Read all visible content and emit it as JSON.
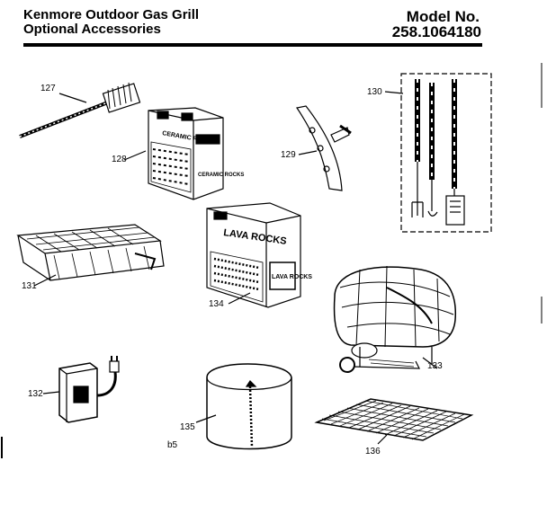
{
  "header": {
    "title_line1": "Kenmore Outdoor Gas Grill",
    "title_line2": "Optional Accessories",
    "model_label": "Model No.",
    "model_number": "258.1064180"
  },
  "box_labels": {
    "ceramic_top": "CERAMIC ROCKS",
    "ceramic_side": "CERAMIC ROCKS",
    "lava_top": "LAVA ROCKS",
    "lava_side": "LAVA ROCKS"
  },
  "callouts": {
    "c127": "127",
    "c128": "128",
    "c129": "129",
    "c130": "130",
    "c131": "131",
    "c132": "132",
    "c133": "133",
    "c134": "134",
    "c135": "135",
    "c135b": "b5",
    "c136": "136"
  },
  "colors": {
    "ink": "#000000",
    "paper": "#ffffff"
  }
}
